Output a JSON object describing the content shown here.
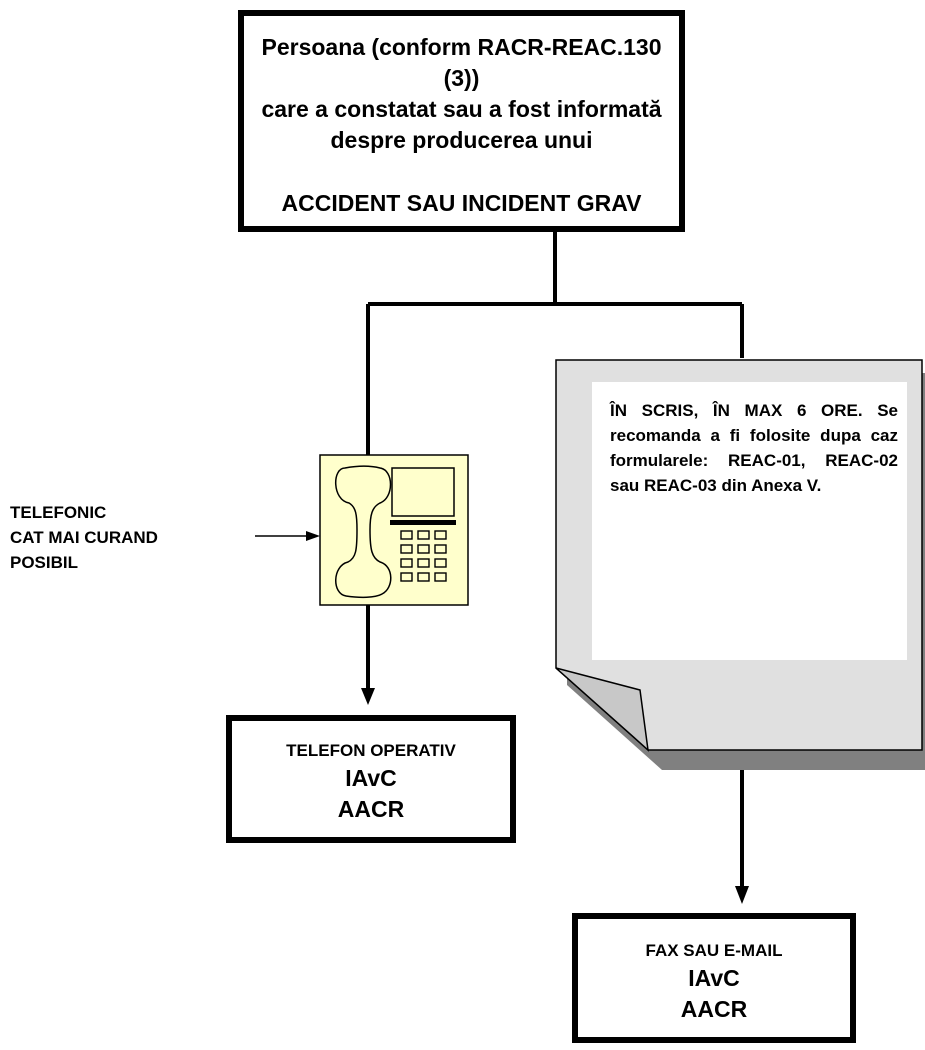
{
  "top_box": {
    "line1": "Persoana (conform RACR-REAC.130 (3))",
    "line2": "care a constatat sau a fost informată",
    "line3": "despre producerea unui",
    "line4": "ACCIDENT SAU INCIDENT GRAV"
  },
  "side_label": {
    "line1": "TELEFONIC",
    "line2": "CAT MAI CURAND",
    "line3": "POSIBIL"
  },
  "document": {
    "text": "ÎN SCRIS, ÎN MAX 6 ORE. Se recomanda a fi folosite dupa caz formularele: REAC-01, REAC-02 sau REAC-03 din Anexa V."
  },
  "telephone_box": {
    "line1": "TELEFON OPERATIV",
    "line2": "IAvC",
    "line3": "AACR"
  },
  "fax_box": {
    "line1": "FAX SAU E-MAIL",
    "line2": "IAvC",
    "line3": "AACR"
  },
  "colors": {
    "phone_fill": "#FFFFCC",
    "document_fill": "#E0E0E0",
    "document_shadow": "#808080"
  },
  "icons": {
    "phone": "telephone-icon",
    "document": "document-icon"
  }
}
